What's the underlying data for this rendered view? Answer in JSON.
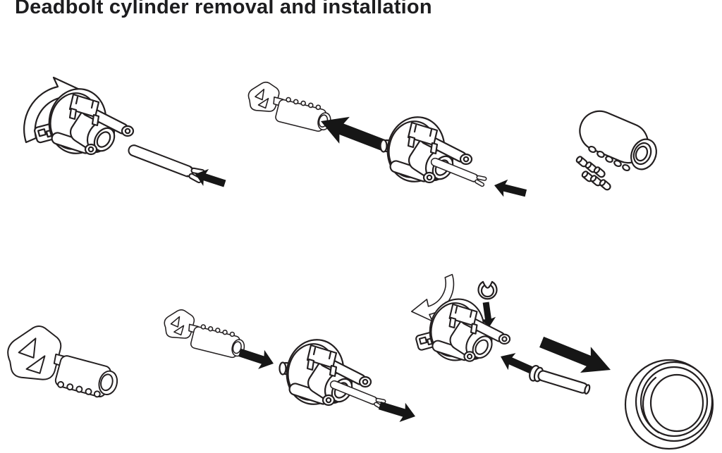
{
  "title": "Deadbolt cylinder removal and installation",
  "colors": {
    "background": "#ffffff",
    "line": "#231f20",
    "arrow": "#161616",
    "title": "#1d1d1f"
  },
  "diagram": {
    "type": "exploded-parts-line-illustration",
    "panels": [
      {
        "id": "step-1",
        "position": "top-left",
        "parts": [
          "rotation-arrow",
          "deadbolt-chassis",
          "mounting-tab",
          "removal-tool",
          "insert-arrow"
        ]
      },
      {
        "id": "step-2",
        "position": "top-center",
        "parts": [
          "key-with-cylinder",
          "pull-out-arrow",
          "deadbolt-chassis",
          "tailpiece-stub",
          "removal-tool",
          "insert-arrow"
        ]
      },
      {
        "id": "step-3",
        "position": "top-right",
        "parts": [
          "cylinder-shell",
          "pin-tumblers"
        ]
      },
      {
        "id": "step-4",
        "position": "bottom-left",
        "parts": [
          "key-with-cylinder"
        ]
      },
      {
        "id": "step-5",
        "position": "bottom-center",
        "parts": [
          "key-with-cylinder",
          "insert-arrow",
          "deadbolt-chassis",
          "tailpiece-stub",
          "removal-tool",
          "pull-out-arrow"
        ]
      },
      {
        "id": "step-6",
        "position": "bottom-right",
        "parts": [
          "rotation-arrow",
          "retaining-clip",
          "clip-down-arrow",
          "deadbolt-chassis",
          "mounting-tab",
          "insert-arrow",
          "tailpiece-pin",
          "pull-out-arrow",
          "trim-collar"
        ]
      }
    ]
  }
}
